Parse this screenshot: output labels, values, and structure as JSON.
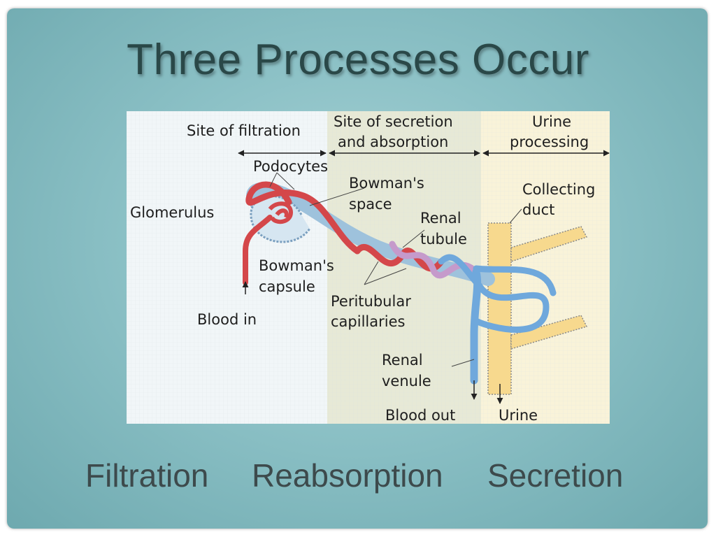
{
  "slide": {
    "title": "Three Processes Occur",
    "processes": [
      "Filtration",
      "Reabsorption",
      "Secretion"
    ]
  },
  "diagram": {
    "regions": {
      "filtration": "Site of filtration",
      "secretion_line1": "Site of secretion",
      "secretion_line2": "and absorption",
      "urine_line1": "Urine",
      "urine_line2": "processing"
    },
    "labels": {
      "podocytes": "Podocytes",
      "bowmans_space_1": "Bowman's",
      "bowmans_space_2": "space",
      "glomerulus": "Glomerulus",
      "renal_tubule_1": "Renal",
      "renal_tubule_2": "tubule",
      "collecting_duct_1": "Collecting",
      "collecting_duct_2": "duct",
      "bowmans_capsule_1": "Bowman's",
      "bowmans_capsule_2": "capsule",
      "peritubular_1": "Peritubular",
      "peritubular_2": "capillaries",
      "blood_in": "Blood in",
      "renal_venule_1": "Renal",
      "renal_venule_2": "venule",
      "blood_out": "Blood out",
      "urine": "Urine"
    },
    "colors": {
      "filtration_bg": "#f1f6f8",
      "reabsorption_bg": "#e7e9d6",
      "urine_bg": "#f9f3d9",
      "artery": "#d4474a",
      "vein": "#6fa8dc",
      "tubule": "#9ec2dc",
      "duct": "#f7d98e"
    }
  }
}
